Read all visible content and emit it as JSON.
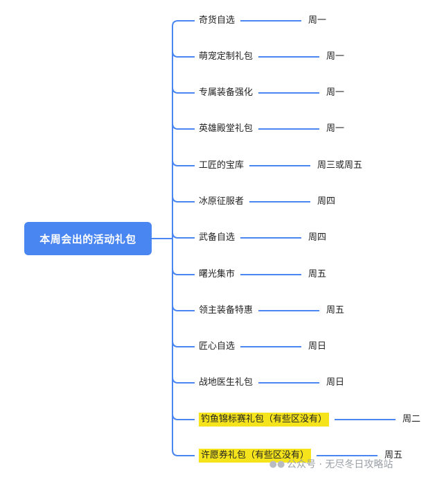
{
  "root_label": "本周会出的活动礼包",
  "branches": [
    {
      "label": "奇货自选",
      "day": "周一",
      "highlight": false
    },
    {
      "label": "萌宠定制礼包",
      "day": "周一",
      "highlight": false
    },
    {
      "label": "专属装备强化",
      "day": "周一",
      "highlight": false
    },
    {
      "label": "英雄殿堂礼包",
      "day": "周一",
      "highlight": false
    },
    {
      "label": "工匠的宝库",
      "day": "周三或周五",
      "highlight": false
    },
    {
      "label": "冰原征服者",
      "day": "周四",
      "highlight": false
    },
    {
      "label": "武备自选",
      "day": "周四",
      "highlight": false
    },
    {
      "label": "曙光集市",
      "day": "周五",
      "highlight": false
    },
    {
      "label": "领主装备特惠",
      "day": "周五",
      "highlight": false
    },
    {
      "label": "匠心自选",
      "day": "周日",
      "highlight": false
    },
    {
      "label": "战地医生礼包",
      "day": "周日",
      "highlight": false
    },
    {
      "label": "钓鱼锦标赛礼包（有些区没有）",
      "day": "周二",
      "highlight": true
    },
    {
      "label": "许愿券礼包（有些区没有）",
      "day": "周五",
      "highlight": true
    }
  ],
  "watermark": {
    "icon": "wechat-icon",
    "text": "公众号 · 无尽冬日攻略站"
  },
  "colors": {
    "line": "#4a86f2",
    "root_bg": "#4a86f2",
    "highlight": "#f5e41c"
  }
}
